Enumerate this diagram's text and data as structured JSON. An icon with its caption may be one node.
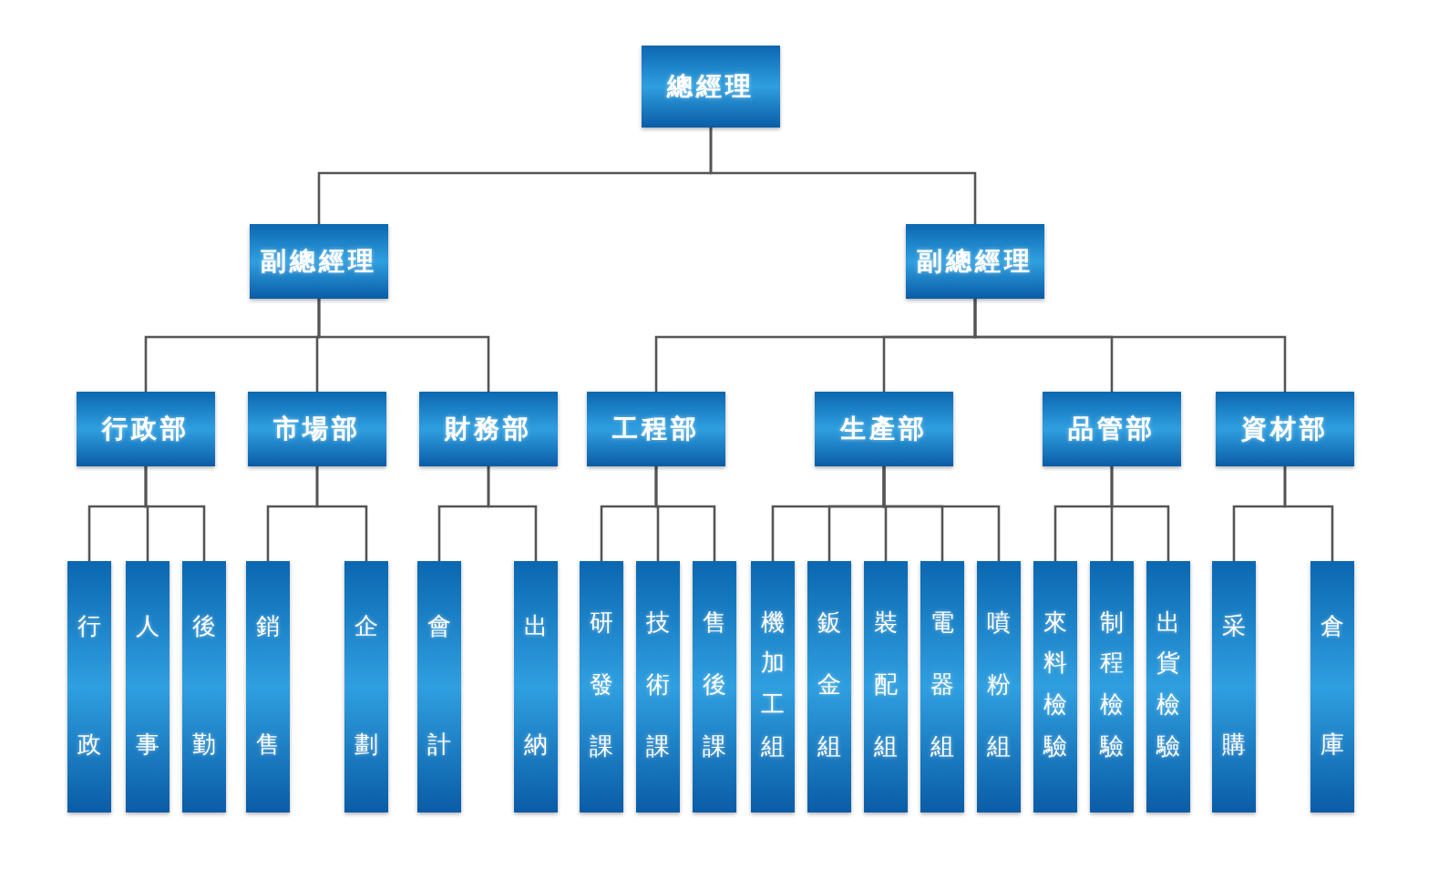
{
  "diagram": {
    "nodes": [
      {
        "text": [
          "總經理"
        ]
      },
      {
        "text": [
          "副總經理"
        ]
      },
      {
        "text": [
          "副總經理"
        ]
      },
      {
        "text": [
          "行政部"
        ]
      },
      {
        "text": [
          "市場部"
        ]
      },
      {
        "text": [
          "財務部"
        ]
      },
      {
        "text": [
          "工程部"
        ]
      },
      {
        "text": [
          "生產部"
        ]
      },
      {
        "text": [
          "品管部"
        ]
      },
      {
        "text": [
          "資材部"
        ]
      },
      {
        "text": [
          "行政"
        ]
      },
      {
        "text": [
          "人事"
        ]
      },
      {
        "text": [
          "後勤"
        ]
      },
      {
        "text": [
          "銷售"
        ]
      },
      {
        "text": [
          "企劃"
        ]
      },
      {
        "text": [
          "會計"
        ]
      },
      {
        "text": [
          "出納"
        ]
      },
      {
        "text": [
          "研發課"
        ]
      },
      {
        "text": [
          "技術課"
        ]
      },
      {
        "text": [
          "售後課"
        ]
      },
      {
        "text": [
          "機加工組"
        ]
      },
      {
        "text": [
          "鈑金組"
        ]
      },
      {
        "text": [
          "裝配組"
        ]
      },
      {
        "text": [
          "電器組"
        ]
      },
      {
        "text": [
          "噴粉組"
        ]
      },
      {
        "text": [
          "來料檢驗"
        ]
      },
      {
        "text": [
          "制程檢驗"
        ]
      },
      {
        "text": [
          "出貨檢驗"
        ]
      },
      {
        "text": [
          "采購"
        ]
      },
      {
        "text": [
          "倉庫"
        ]
      }
    ],
    "edges": [
      {
        "from": 0,
        "to": 1,
        "arrow": "none"
      },
      {
        "from": 0,
        "to": 2,
        "arrow": "none"
      },
      {
        "from": 1,
        "to": 3,
        "arrow": "none"
      },
      {
        "from": 1,
        "to": 4,
        "arrow": "none"
      },
      {
        "from": 1,
        "to": 5,
        "arrow": "none"
      },
      {
        "from": 2,
        "to": 6,
        "arrow": "none"
      },
      {
        "from": 2,
        "to": 7,
        "arrow": "none"
      },
      {
        "from": 2,
        "to": 8,
        "arrow": "none"
      },
      {
        "from": 2,
        "to": 9,
        "arrow": "none"
      },
      {
        "from": 3,
        "to": 10,
        "arrow": "none"
      },
      {
        "from": 3,
        "to": 11,
        "arrow": "none"
      },
      {
        "from": 3,
        "to": 12,
        "arrow": "none"
      },
      {
        "from": 4,
        "to": 13,
        "arrow": "none"
      },
      {
        "from": 4,
        "to": 14,
        "arrow": "none"
      },
      {
        "from": 5,
        "to": 15,
        "arrow": "none"
      },
      {
        "from": 5,
        "to": 16,
        "arrow": "none"
      },
      {
        "from": 6,
        "to": 17,
        "arrow": "none"
      },
      {
        "from": 6,
        "to": 18,
        "arrow": "none"
      },
      {
        "from": 6,
        "to": 19,
        "arrow": "none"
      },
      {
        "from": 7,
        "to": 20,
        "arrow": "none"
      },
      {
        "from": 7,
        "to": 21,
        "arrow": "none"
      },
      {
        "from": 7,
        "to": 22,
        "arrow": "none"
      },
      {
        "from": 7,
        "to": 23,
        "arrow": "none"
      },
      {
        "from": 7,
        "to": 24,
        "arrow": "none"
      },
      {
        "from": 8,
        "to": 25,
        "arrow": "none"
      },
      {
        "from": 8,
        "to": 26,
        "arrow": "none"
      },
      {
        "from": 8,
        "to": 27,
        "arrow": "none"
      },
      {
        "from": 9,
        "to": 28,
        "arrow": "none"
      },
      {
        "from": 9,
        "to": 29,
        "arrow": "none"
      }
    ]
  }
}
